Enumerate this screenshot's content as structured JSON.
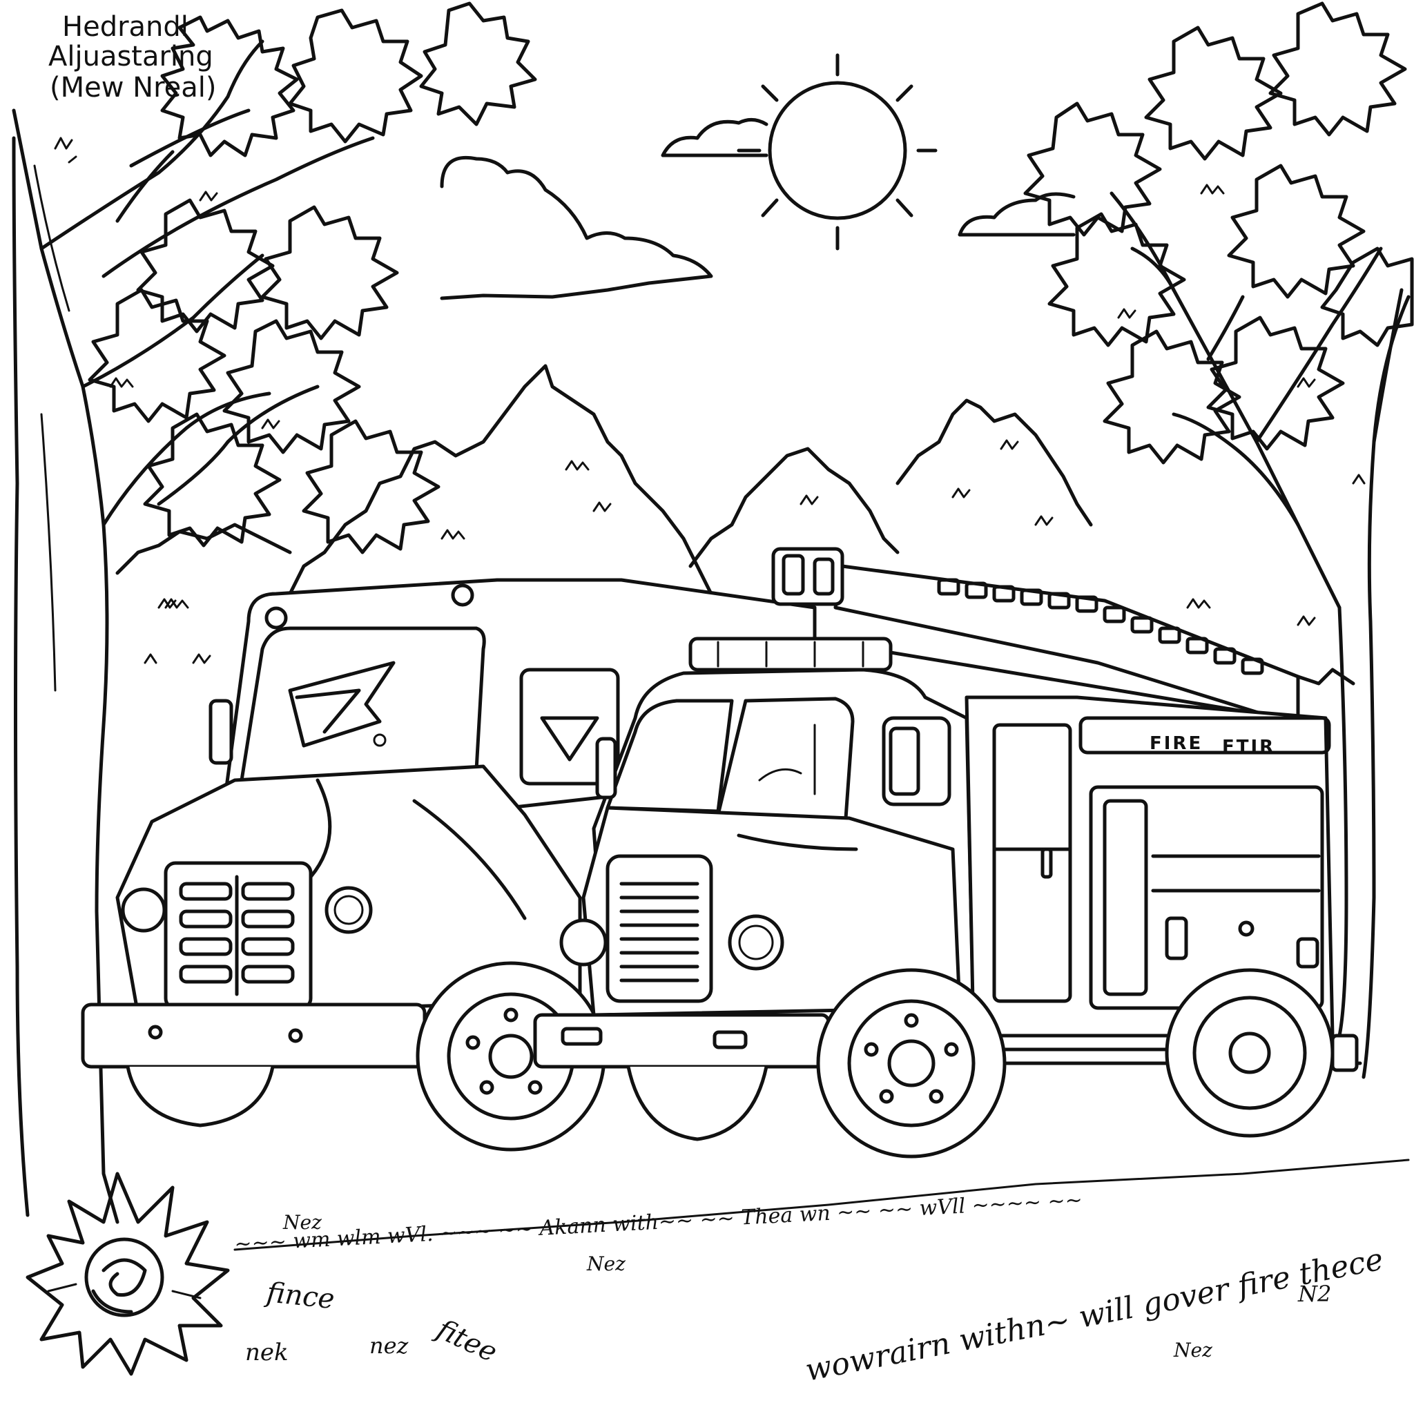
{
  "caption_lines": [
    "Hedrandl",
    "Aljuastaring",
    "(Mew Nreal)"
  ],
  "fire_truck": {
    "label_left": "FIRE",
    "label_right": "FTIR"
  },
  "ground_text": {
    "line_1": "~~~ wm wlm wVl. ~~~ ~~ Akann with~~ ~~ Thea wn ~~ ~~ wVll ~~~~ ~~",
    "line_2": "wowrairn withn~ will gover fire thece",
    "word_fince": "fince",
    "word_fitee": "fitee",
    "word_nez_1": "nez",
    "word_nez_2": "Nez",
    "word_nez_3": "Nez",
    "word_nez_4": "N2",
    "word_nez_5": "Nez",
    "word_ne": "nek"
  },
  "colors": {
    "ink": "#111111",
    "paper": "#ffffff"
  }
}
